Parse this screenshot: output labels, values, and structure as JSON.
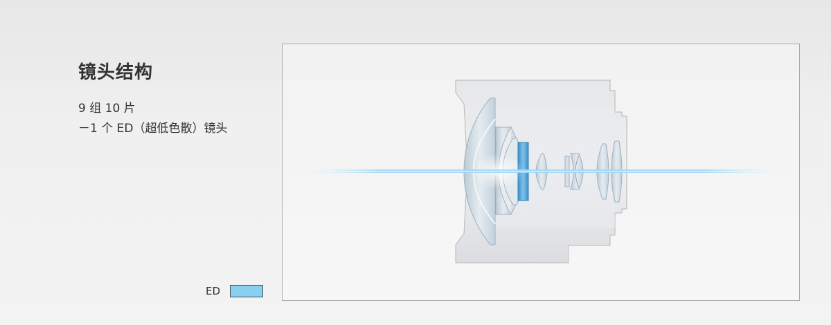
{
  "heading": "镜头结构",
  "specs": {
    "groups_elements": "9 组 10 片",
    "ed_note": "－1 个 ED（超低色散）镜头"
  },
  "legend": {
    "label": "ED",
    "color": "#88d0f2"
  },
  "colors": {
    "ed_element": "#5fb0e0",
    "optical_axis": "#8fd0f4",
    "housing": "#dcdde0",
    "glass": "#c9d6de"
  }
}
